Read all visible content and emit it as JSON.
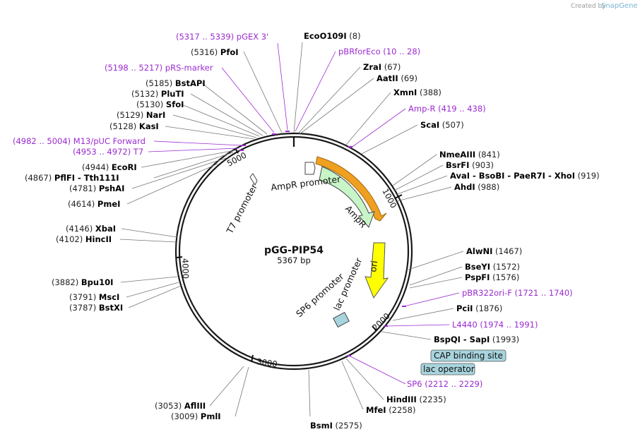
{
  "branding": {
    "created_by": "Created by",
    "app": "SnapGene"
  },
  "plasmid": {
    "name": "pGG-PIP54",
    "size": "5367 bp"
  },
  "ticks": {
    "t1000": "1000",
    "t2000": "2000",
    "t3000": "3000",
    "t4000": "4000",
    "t5000": "5000"
  },
  "features": {
    "t7_promoter": "T7 promoter",
    "ampr_promoter": "AmpR promoter",
    "ampr": "AmpR",
    "ori": "ori",
    "lac_promoter": "lac promoter",
    "sp6_promoter": "SP6 promoter"
  },
  "sites": [
    {
      "id": "pgex3",
      "name": "pGEX 3'",
      "pos": "(5317 .. 5339)",
      "kind": "primer",
      "order": "pos-name"
    },
    {
      "id": "pfoi",
      "name": "PfoI",
      "pos": "(5316)",
      "kind": "enzyme",
      "order": "pos-name"
    },
    {
      "id": "prsmarker",
      "name": "pRS-marker",
      "pos": "(5198 .. 5217)",
      "kind": "primer",
      "order": "pos-name"
    },
    {
      "id": "bstapi",
      "name": "BstAPI",
      "pos": "(5185)",
      "kind": "enzyme",
      "order": "pos-name"
    },
    {
      "id": "pluti",
      "name": "PluTI",
      "pos": "(5132)",
      "kind": "enzyme",
      "order": "pos-name"
    },
    {
      "id": "sfoi",
      "name": "SfoI",
      "pos": "(5130)",
      "kind": "enzyme",
      "order": "pos-name"
    },
    {
      "id": "nari",
      "name": "NarI",
      "pos": "(5129)",
      "kind": "enzyme",
      "order": "pos-name"
    },
    {
      "id": "kasi",
      "name": "KasI",
      "pos": "(5128)",
      "kind": "enzyme",
      "order": "pos-name"
    },
    {
      "id": "m13",
      "name": "M13/pUC Forward",
      "pos": "(4982 .. 5004)",
      "kind": "primer",
      "order": "pos-name"
    },
    {
      "id": "t7",
      "name": "T7",
      "pos": "(4953 .. 4972)",
      "kind": "primer",
      "order": "pos-name"
    },
    {
      "id": "ecori",
      "name": "EcoRI",
      "pos": "(4944)",
      "kind": "enzyme",
      "order": "pos-name"
    },
    {
      "id": "pflfi",
      "name": "PflFI - Tth111I",
      "pos": "(4867)",
      "kind": "enzyme",
      "order": "pos-name"
    },
    {
      "id": "pshai",
      "name": "PshAI",
      "pos": "(4781)",
      "kind": "enzyme",
      "order": "pos-name"
    },
    {
      "id": "pmei",
      "name": "PmeI",
      "pos": "(4614)",
      "kind": "enzyme",
      "order": "pos-name"
    },
    {
      "id": "xbai",
      "name": "XbaI",
      "pos": "(4146)",
      "kind": "enzyme",
      "order": "pos-name"
    },
    {
      "id": "hincii",
      "name": "HincII",
      "pos": "(4102)",
      "kind": "enzyme",
      "order": "pos-name"
    },
    {
      "id": "bpu10i",
      "name": "Bpu10I",
      "pos": "(3882)",
      "kind": "enzyme",
      "order": "pos-name"
    },
    {
      "id": "msci",
      "name": "MscI",
      "pos": "(3791)",
      "kind": "enzyme",
      "order": "pos-name"
    },
    {
      "id": "bstxi",
      "name": "BstXI",
      "pos": "(3787)",
      "kind": "enzyme",
      "order": "pos-name"
    },
    {
      "id": "aflIII",
      "name": "AflIII",
      "pos": "(3053)",
      "kind": "enzyme",
      "order": "pos-name"
    },
    {
      "id": "pmli",
      "name": "PmlI",
      "pos": "(3009)",
      "kind": "enzyme",
      "order": "pos-name"
    },
    {
      "id": "bsmi",
      "name": "BsmI",
      "pos": "(2575)",
      "kind": "enzyme",
      "order": "name-pos"
    },
    {
      "id": "mfei",
      "name": "MfeI",
      "pos": "(2258)",
      "kind": "enzyme",
      "order": "name-pos"
    },
    {
      "id": "hindiii",
      "name": "HindIII",
      "pos": "(2235)",
      "kind": "enzyme",
      "order": "name-pos"
    },
    {
      "id": "sp6",
      "name": "SP6",
      "pos": "(2212 .. 2229)",
      "kind": "primer",
      "order": "name-pos"
    },
    {
      "id": "bspqi",
      "name": "BspQI - SapI",
      "pos": "(1993)",
      "kind": "enzyme",
      "order": "name-pos"
    },
    {
      "id": "l4440",
      "name": "L4440",
      "pos": "(1974 .. 1991)",
      "kind": "primer",
      "order": "name-pos"
    },
    {
      "id": "pcii",
      "name": "PciI",
      "pos": "(1876)",
      "kind": "enzyme",
      "order": "name-pos"
    },
    {
      "id": "pbr322",
      "name": "pBR322ori-F",
      "pos": "(1721 .. 1740)",
      "kind": "primer",
      "order": "name-pos"
    },
    {
      "id": "pspfi",
      "name": "PspFI",
      "pos": "(1576)",
      "kind": "enzyme",
      "order": "name-pos"
    },
    {
      "id": "bseyi",
      "name": "BseYI",
      "pos": "(1572)",
      "kind": "enzyme",
      "order": "name-pos"
    },
    {
      "id": "alwni",
      "name": "AlwNI",
      "pos": "(1467)",
      "kind": "enzyme",
      "order": "name-pos"
    },
    {
      "id": "ahdi",
      "name": "AhdI",
      "pos": "(988)",
      "kind": "enzyme",
      "order": "name-pos"
    },
    {
      "id": "avai",
      "name": "AvaI - BsoBI - PaeR7I - XhoI",
      "pos": "(919)",
      "kind": "enzyme",
      "order": "name-pos"
    },
    {
      "id": "bsrfi",
      "name": "BsrFI",
      "pos": "(903)",
      "kind": "enzyme",
      "order": "name-pos"
    },
    {
      "id": "nmeaiii",
      "name": "NmeAIII",
      "pos": "(841)",
      "kind": "enzyme",
      "order": "name-pos"
    },
    {
      "id": "scai",
      "name": "ScaI",
      "pos": "(507)",
      "kind": "enzyme",
      "order": "name-pos"
    },
    {
      "id": "ampR",
      "name": "Amp-R",
      "pos": "(419 .. 438)",
      "kind": "primer",
      "order": "name-pos"
    },
    {
      "id": "xmni",
      "name": "XmnI",
      "pos": "(388)",
      "kind": "enzyme",
      "order": "name-pos"
    },
    {
      "id": "aatii",
      "name": "AatII",
      "pos": "(69)",
      "kind": "enzyme",
      "order": "name-pos"
    },
    {
      "id": "zrai",
      "name": "ZraI",
      "pos": "(67)",
      "kind": "enzyme",
      "order": "name-pos"
    },
    {
      "id": "pbrforeco",
      "name": "pBRforEco",
      "pos": "(10 .. 28)",
      "kind": "primer",
      "order": "name-pos"
    },
    {
      "id": "eco0109i",
      "name": "EcoO109I",
      "pos": "(8)",
      "kind": "enzyme",
      "order": "name-pos"
    }
  ],
  "boxes": {
    "cap": "CAP binding site",
    "lacop": "lac operator"
  },
  "colors": {
    "backbone": "#1a1a1a",
    "primer": "#9b2bd0",
    "ampr_fill": "#c8f5c8",
    "ori_fill": "#ffff00",
    "orange": "#f0a020",
    "box_fill": "#a8d4de"
  }
}
